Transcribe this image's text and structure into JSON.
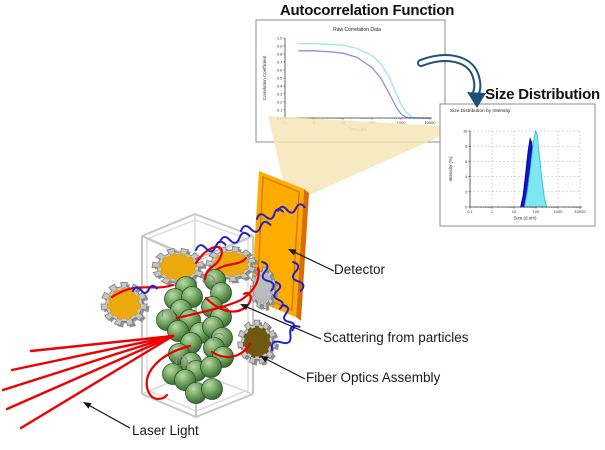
{
  "headings": {
    "autocorrelation": "Autocorrelation Function",
    "size_distribution": "Size Distribution"
  },
  "labels": {
    "detector": "Detector",
    "scattering": "Scattering from particles",
    "fiber": "Fiber Optics Assembly",
    "laser": "Laser Light"
  },
  "colors": {
    "laser": "#ee0000",
    "scatter_line": "#e60000",
    "light_squiggle": "#2121cc",
    "beam_fill": "#f6e5b6",
    "detector_fill": "#ffac00",
    "detector_border": "#ff7400",
    "detector_edge": "#d96d00",
    "gear_face": "#eba90c",
    "gear_dark_face": "#6d5910",
    "gear_teeth": "#c6c6c6",
    "gear_teeth_edge": "#7d7d7d",
    "particle_fill": "#74a763",
    "cuvette_line": "#c6c6c6",
    "flow_arrow": "#1f4e79",
    "chart_frame": "#8c8c8c",
    "leader_line": "#151515"
  },
  "chart_data": [
    {
      "id": "autocorrelation",
      "type": "line",
      "title": "Raw Correlation Data",
      "xlabel": "Time (µs)",
      "ylabel": "Correlation Coefficient",
      "xscale": "log",
      "xlim": [
        0.1,
        10000
      ],
      "ylim": [
        0,
        1
      ],
      "xticks": [
        0.1,
        1,
        10,
        100,
        1000,
        10000
      ],
      "xtick_labels": [
        "0.1",
        "1",
        "10",
        "100",
        "1000",
        "10000"
      ],
      "yticks": [
        0,
        0.1,
        0.2,
        0.3,
        0.4,
        0.5,
        0.6,
        0.7,
        0.8,
        0.9,
        1.0
      ],
      "ytick_labels": [
        "0.0",
        "0.1",
        "0.2",
        "0.3",
        "0.4",
        "0.5",
        "0.6",
        "0.7",
        "0.8",
        "0.9",
        "1.0"
      ],
      "grid": false,
      "series": [
        {
          "name": "correlogram-light",
          "color": "#9be6ef",
          "x": [
            0.3,
            1,
            3,
            10,
            30,
            100,
            200,
            400,
            700,
            1000,
            1500,
            2500,
            5000,
            10000
          ],
          "y": [
            0.93,
            0.93,
            0.92,
            0.91,
            0.87,
            0.78,
            0.68,
            0.5,
            0.3,
            0.17,
            0.07,
            0.01,
            0,
            0
          ]
        },
        {
          "name": "correlogram-dark",
          "color": "#8f8fdc",
          "x": [
            0.3,
            1,
            3,
            10,
            30,
            100,
            200,
            400,
            700,
            1000,
            1500,
            2500,
            5000,
            10000
          ],
          "y": [
            0.84,
            0.84,
            0.83,
            0.81,
            0.76,
            0.63,
            0.5,
            0.3,
            0.13,
            0.05,
            0.01,
            0,
            0,
            0
          ]
        }
      ]
    },
    {
      "id": "size-distribution",
      "type": "area",
      "title": "Size Distribution by Intensity",
      "xlabel": "Size (d.nm)",
      "ylabel": "Intensity (%)",
      "xscale": "log",
      "xlim": [
        0.1,
        10000
      ],
      "ylim": [
        0,
        10
      ],
      "xticks": [
        0.1,
        1,
        10,
        100,
        1000,
        10000
      ],
      "xtick_labels": [
        "0.1",
        "1",
        "10",
        "100",
        "1000",
        "10000"
      ],
      "yticks": [
        0,
        2,
        4,
        6,
        8,
        10
      ],
      "ytick_labels": [
        "0",
        "2",
        "4",
        "6",
        "8",
        "10"
      ],
      "grid": true,
      "series": [
        {
          "name": "narrow-peak",
          "fill": "#1212c8",
          "stroke": "#00009a",
          "x": [
            20,
            26,
            34,
            44,
            54,
            64,
            74,
            84,
            92
          ],
          "y": [
            0,
            1.5,
            4.5,
            7.5,
            9,
            8.5,
            6,
            2,
            0
          ]
        },
        {
          "name": "broad-peak",
          "fill": "#7de8f0",
          "stroke": "#2fb6ca",
          "x": [
            30,
            40,
            55,
            75,
            95,
            115,
            140,
            180,
            240,
            310
          ],
          "y": [
            0,
            2,
            5,
            8.5,
            10,
            9.5,
            7,
            4,
            1.2,
            0
          ]
        }
      ]
    }
  ]
}
